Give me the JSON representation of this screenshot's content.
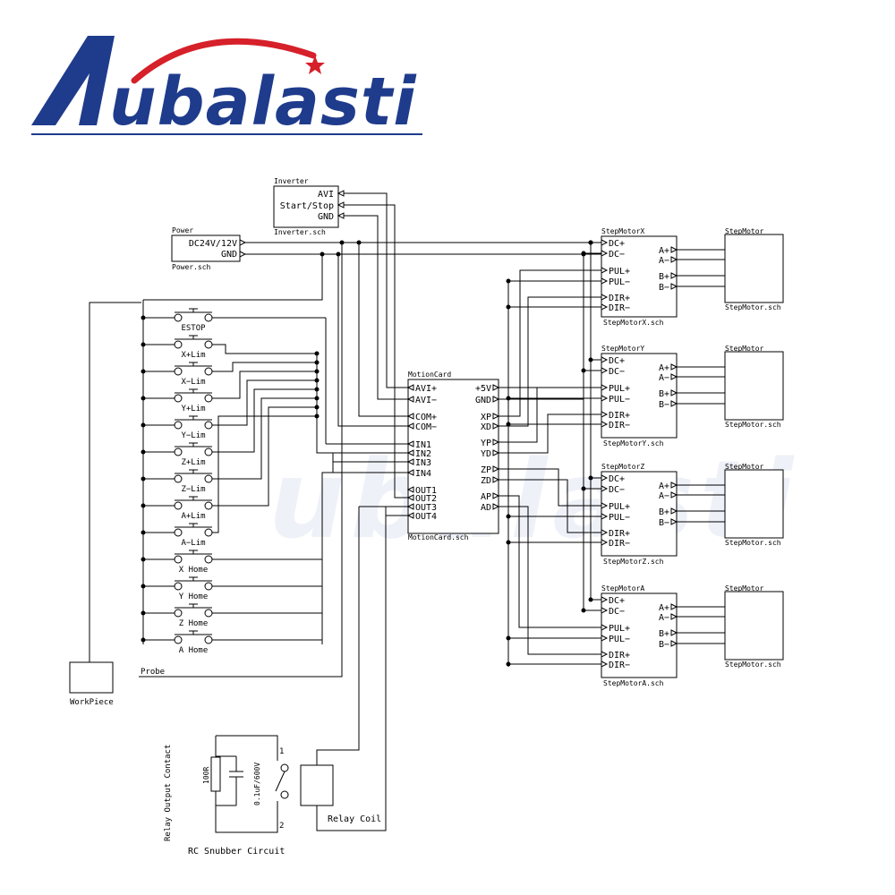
{
  "brand": {
    "name": "ubalasti",
    "colors": {
      "primary": "#1f3b8c",
      "accent": "#d6202a"
    }
  },
  "watermark": "ubalasti",
  "diagram": {
    "inverter": {
      "title": "Inverter",
      "file": "Inverter.sch",
      "pins": [
        "AVI",
        "Start/Stop",
        "GND"
      ]
    },
    "power": {
      "title": "Power",
      "file": "Power.sch",
      "pins": [
        "DC24V/12V",
        "GND"
      ]
    },
    "motion_card": {
      "title": "MotionCard",
      "file": "MotionCard.sch",
      "left_pins": [
        "AVI+",
        "AVI−",
        "COM+",
        "COM−",
        "IN1",
        "IN2",
        "IN3",
        "IN4",
        "OUT1",
        "OUT2",
        "OUT3",
        "OUT4"
      ],
      "right_pins": [
        "+5V",
        "GND",
        "XP",
        "XD",
        "YP",
        "YD",
        "ZP",
        "ZD",
        "AP",
        "AD"
      ]
    },
    "drivers": [
      {
        "title": "StepMotorX",
        "file": "StepMotorX.sch"
      },
      {
        "title": "StepMotorY",
        "file": "StepMotorY.sch"
      },
      {
        "title": "StepMotorZ",
        "file": "StepMotorZ.sch"
      },
      {
        "title": "StepMotorA",
        "file": "StepMotorA.sch"
      }
    ],
    "driver_in_pins": [
      "DC+",
      "DC−",
      "PUL+",
      "PUL−",
      "DIR+",
      "DIR−"
    ],
    "driver_out_pins": [
      "A+",
      "A−",
      "B+",
      "B−"
    ],
    "motor": {
      "title": "StepMotor",
      "file": "StepMotor.sch"
    },
    "switches": [
      "ESTOP",
      "X+Lim",
      "X−Lim",
      "Y+Lim",
      "Y−Lim",
      "Z+Lim",
      "Z−Lim",
      "A+Lim",
      "A−Lim",
      "X Home",
      "Y Home",
      "Z Home",
      "A Home"
    ],
    "workpiece": "WorkPiece",
    "probe": "Probe",
    "relay_contact": "Relay Output Contact",
    "resistor": "100R",
    "capacitor": "0.1uF/600V",
    "contact_pin_1": "1",
    "contact_pin_2": "2",
    "snubber": "RC Snubber Circuit",
    "relay_coil": "Relay Coil"
  }
}
